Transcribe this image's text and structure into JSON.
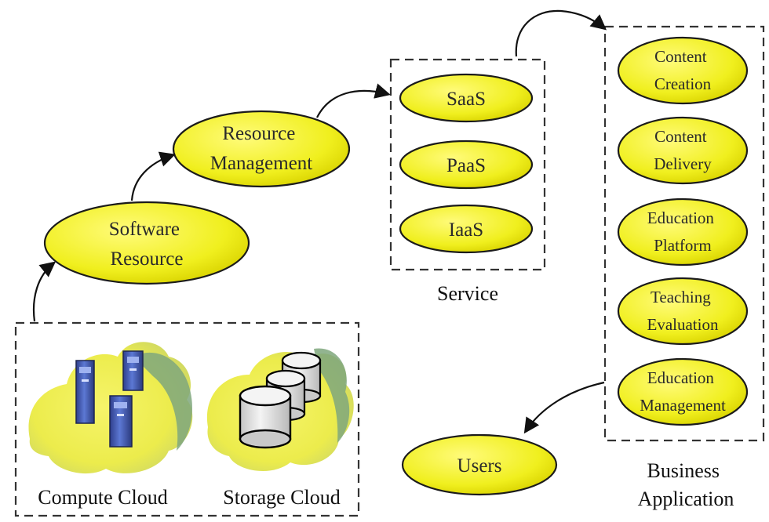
{
  "nodes": {
    "software_resource": [
      "Software",
      "Resource"
    ],
    "resource_management": [
      "Resource",
      "Management"
    ],
    "saas": "SaaS",
    "paas": "PaaS",
    "iaas": "IaaS",
    "content_creation": [
      "Content",
      "Creation"
    ],
    "content_delivery": [
      "Content",
      "Delivery"
    ],
    "education_platform": [
      "Education",
      "Platform"
    ],
    "teaching_evaluation": [
      "Teaching",
      "Evaluation"
    ],
    "education_management": [
      "Education",
      "Management"
    ],
    "users": "Users"
  },
  "captions": {
    "compute_cloud": "Compute Cloud",
    "storage_cloud": "Storage Cloud",
    "service": "Service",
    "business_application": [
      "Business",
      "Application"
    ]
  },
  "colors": {
    "ellipse_fill": "#f0ef1e",
    "ellipse_highlight": "#fffb7a",
    "cloud_yellow": "#f3f25a",
    "cloud_green": "#7fa77c",
    "server_blue": "#4b63b8",
    "disk_gray": "#d9d9d9"
  }
}
